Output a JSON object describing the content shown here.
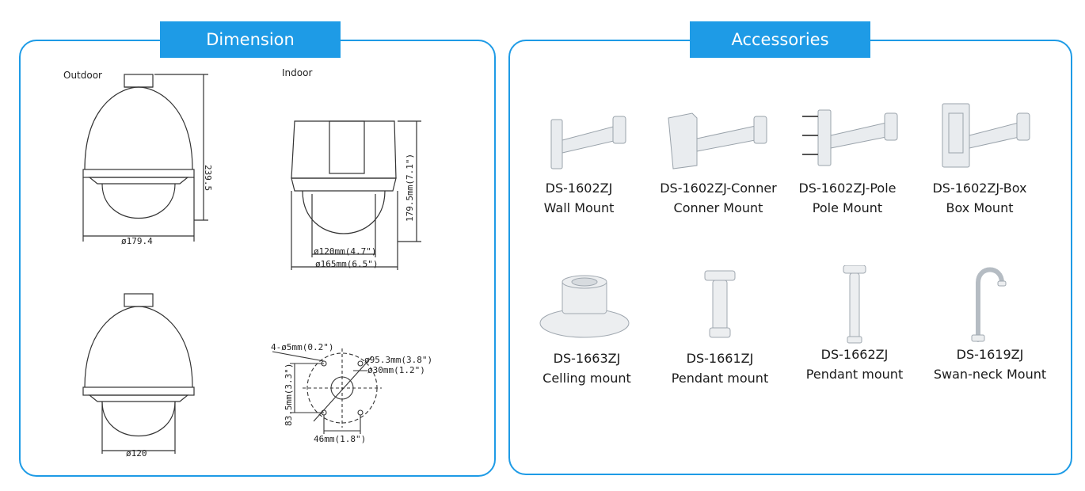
{
  "dimension": {
    "title": "Dimension",
    "outdoor_label": "Outdoor",
    "indoor_label": "Indoor",
    "outdoor_top": {
      "height": "239.5",
      "width": "ø179.4"
    },
    "outdoor_bottom": {
      "width": "ø120"
    },
    "indoor_side": {
      "height": "179.5mm(7.1\")",
      "inner": "ø120mm(4.7\")",
      "outer": "ø165mm(6.5\")"
    },
    "mount_pattern": {
      "holes": "4-ø5mm(0.2\")",
      "circle": "ø95.3mm(3.8\")",
      "center": "ø30mm(1.2\")",
      "height": "83.5mm(3.3\")",
      "width": "46mm(1.8\")"
    }
  },
  "accessories": {
    "title": "Accessories",
    "items": [
      {
        "model": "DS-1602ZJ",
        "name": "Wall Mount",
        "icon": "wall-mount-bracket-icon"
      },
      {
        "model": "DS-1602ZJ-Conner",
        "name": "Conner Mount",
        "icon": "corner-mount-bracket-icon"
      },
      {
        "model": "DS-1602ZJ-Pole",
        "name": "Pole Mount",
        "icon": "pole-mount-bracket-icon"
      },
      {
        "model": "DS-1602ZJ-Box",
        "name": "Box Mount",
        "icon": "box-mount-bracket-icon"
      },
      {
        "model": "DS-1663ZJ",
        "name": "Celling mount",
        "icon": "ceiling-mount-icon"
      },
      {
        "model": "DS-1661ZJ",
        "name": "Pendant mount",
        "icon": "short-pendant-mount-icon"
      },
      {
        "model": "DS-1662ZJ",
        "name": "Pendant mount",
        "icon": "long-pendant-mount-icon"
      },
      {
        "model": "DS-1619ZJ",
        "name": "Swan-neck Mount",
        "icon": "swan-neck-mount-icon"
      }
    ]
  }
}
